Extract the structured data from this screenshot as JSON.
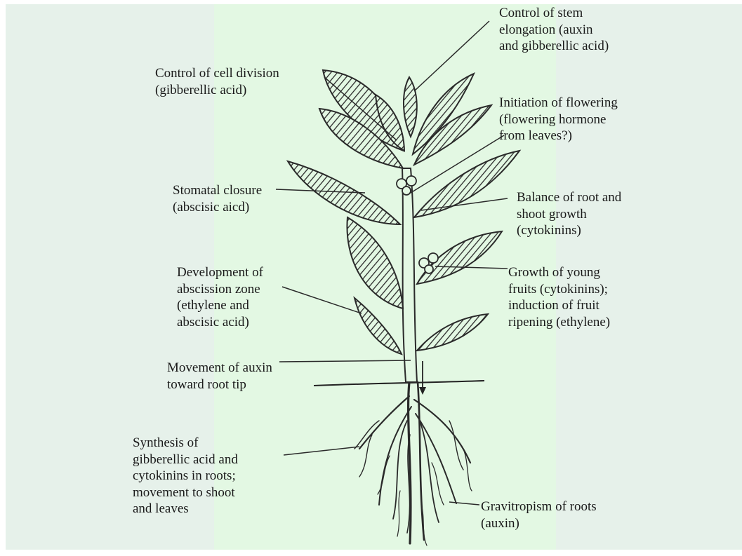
{
  "labels": {
    "stem_elongation": "Control of stem\nelongation (auxin\nand gibberellic acid)",
    "cell_division": "Control of cell division\n(gibberellic acid)",
    "flowering": "Initiation of flowering\n(flowering hormone\nfrom leaves?)",
    "stomatal": "Stomatal closure\n(abscisic aicd)",
    "root_shoot": "Balance of root and\nshoot growth\n(cytokinins)",
    "abscission": "Development of\nabscission zone\n(ethylene and\nabscisic acid)",
    "fruits": "Growth of young\nfruits (cytokinins);\ninduction of fruit\nripening (ethylene)",
    "auxin_movement": "Movement of auxin\ntoward root tip",
    "synthesis": "Synthesis of\ngibberellic acid and\ncytokinins in roots;\nmovement to shoot\nand leaves",
    "gravitropism": "Gravitropism of roots\n(auxin)"
  },
  "colors": {
    "outer_background": "#e6f1ea",
    "center_background": "#e3f8e3",
    "ink": "#1a1a1a"
  }
}
